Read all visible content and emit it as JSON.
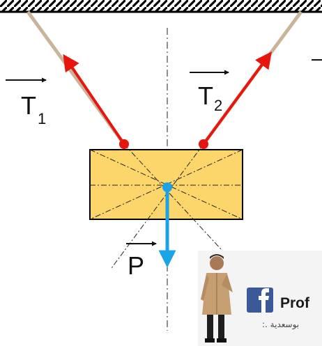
{
  "labels": {
    "t1": "T",
    "t1_sub": "1",
    "t2": "T",
    "t2_sub": "2",
    "p": "P"
  },
  "watermark": {
    "brand": "Prof",
    "caption": ":. بوسعدية"
  },
  "icons": {
    "social": "facebook-icon",
    "person": "presenter-figure"
  },
  "colors": {
    "tension": "#e8140e",
    "weight": "#1aa3e6",
    "block_fill": "#fcd56b",
    "rope": "#c9b49a",
    "facebook": "#3b5998"
  }
}
